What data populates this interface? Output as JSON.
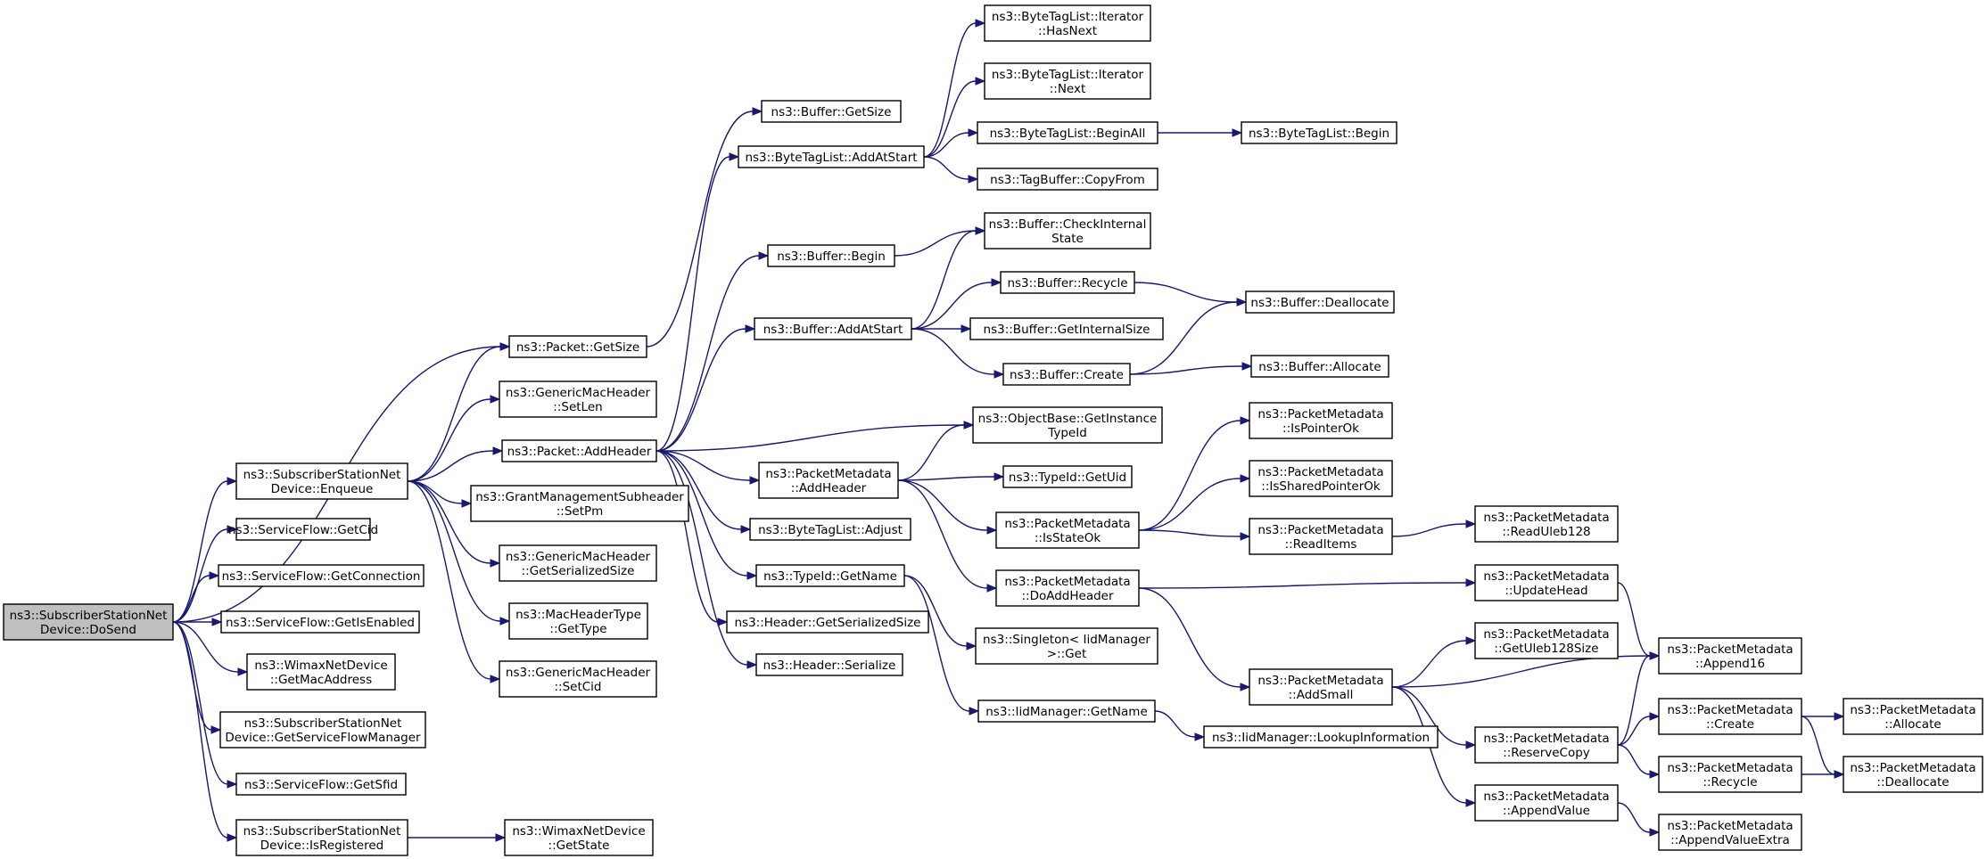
{
  "diagram": {
    "colors": {
      "edge": "#191970",
      "root_fill": "#bfbfbf",
      "node_fill": "#ffffff",
      "node_stroke": "#000000"
    },
    "nodes": [
      {
        "id": "root",
        "lines": [
          "ns3::SubscriberStationNet",
          "Device::DoSend"
        ]
      },
      {
        "id": "pkt_getsize",
        "lines": [
          "ns3::Packet::GetSize"
        ]
      },
      {
        "id": "enqueue",
        "lines": [
          "ns3::SubscriberStationNet",
          "Device::Enqueue"
        ]
      },
      {
        "id": "sf_getcid",
        "lines": [
          "ns3::ServiceFlow::GetCid"
        ]
      },
      {
        "id": "sf_getconn",
        "lines": [
          "ns3::ServiceFlow::GetConnection"
        ]
      },
      {
        "id": "sf_getisenabled",
        "lines": [
          "ns3::ServiceFlow::GetIsEnabled"
        ]
      },
      {
        "id": "wimax_getmac",
        "lines": [
          "ns3::WimaxNetDevice",
          "::GetMacAddress"
        ]
      },
      {
        "id": "ss_getsfm",
        "lines": [
          "ns3::SubscriberStationNet",
          "Device::GetServiceFlowManager"
        ]
      },
      {
        "id": "sf_getsfid",
        "lines": [
          "ns3::ServiceFlow::GetSfid"
        ]
      },
      {
        "id": "ss_isregistered",
        "lines": [
          "ns3::SubscriberStationNet",
          "Device::IsRegistered"
        ]
      },
      {
        "id": "buf_getsize",
        "lines": [
          "ns3::Buffer::GetSize"
        ]
      },
      {
        "id": "gmh_setlen",
        "lines": [
          "ns3::GenericMacHeader",
          "::SetLen"
        ]
      },
      {
        "id": "pkt_addheader",
        "lines": [
          "ns3::Packet::AddHeader"
        ]
      },
      {
        "id": "gms_setpm",
        "lines": [
          "ns3::GrantManagementSubheader",
          "::SetPm"
        ]
      },
      {
        "id": "gmh_getser",
        "lines": [
          "ns3::GenericMacHeader",
          "::GetSerializedSize"
        ]
      },
      {
        "id": "mht_gettype",
        "lines": [
          "ns3::MacHeaderType",
          "::GetType"
        ]
      },
      {
        "id": "gmh_setcid",
        "lines": [
          "ns3::GenericMacHeader",
          "::SetCid"
        ]
      },
      {
        "id": "wimax_getstate",
        "lines": [
          "ns3::WimaxNetDevice",
          "::GetState"
        ]
      },
      {
        "id": "btl_addatstart",
        "lines": [
          "ns3::ByteTagList::AddAtStart"
        ]
      },
      {
        "id": "buf_begin",
        "lines": [
          "ns3::Buffer::Begin"
        ]
      },
      {
        "id": "buf_addatstart",
        "lines": [
          "ns3::Buffer::AddAtStart"
        ]
      },
      {
        "id": "pm_addheader",
        "lines": [
          "ns3::PacketMetadata",
          "::AddHeader"
        ]
      },
      {
        "id": "btl_adjust",
        "lines": [
          "ns3::ByteTagList::Adjust"
        ]
      },
      {
        "id": "typeid_getname",
        "lines": [
          "ns3::TypeId::GetName"
        ]
      },
      {
        "id": "hdr_getser",
        "lines": [
          "ns3::Header::GetSerializedSize"
        ]
      },
      {
        "id": "hdr_serialize",
        "lines": [
          "ns3::Header::Serialize"
        ]
      },
      {
        "id": "btli_hasnext",
        "lines": [
          "ns3::ByteTagList::Iterator",
          "::HasNext"
        ]
      },
      {
        "id": "btli_next",
        "lines": [
          "ns3::ByteTagList::Iterator",
          "::Next"
        ]
      },
      {
        "id": "btl_beginall",
        "lines": [
          "ns3::ByteTagList::BeginAll"
        ]
      },
      {
        "id": "tagbuf_copyfrom",
        "lines": [
          "ns3::TagBuffer::CopyFrom"
        ]
      },
      {
        "id": "buf_checkinternal",
        "lines": [
          "ns3::Buffer::CheckInternal",
          "State"
        ]
      },
      {
        "id": "buf_recycle",
        "lines": [
          "ns3::Buffer::Recycle"
        ]
      },
      {
        "id": "buf_getinternalsize",
        "lines": [
          "ns3::Buffer::GetInternalSize"
        ]
      },
      {
        "id": "buf_create",
        "lines": [
          "ns3::Buffer::Create"
        ]
      },
      {
        "id": "ob_getinstancetypeid",
        "lines": [
          "ns3::ObjectBase::GetInstance",
          "TypeId"
        ]
      },
      {
        "id": "typeid_getuid",
        "lines": [
          "ns3::TypeId::GetUid"
        ]
      },
      {
        "id": "pm_isstateok",
        "lines": [
          "ns3::PacketMetadata",
          "::IsStateOk"
        ]
      },
      {
        "id": "pm_doaddheader",
        "lines": [
          "ns3::PacketMetadata",
          "::DoAddHeader"
        ]
      },
      {
        "id": "singleton_get",
        "lines": [
          "ns3::Singleton< IidManager",
          " >::Get"
        ]
      },
      {
        "id": "iid_getname",
        "lines": [
          "ns3::IidManager::GetName"
        ]
      },
      {
        "id": "btl_begin",
        "lines": [
          "ns3::ByteTagList::Begin"
        ]
      },
      {
        "id": "buf_deallocate",
        "lines": [
          "ns3::Buffer::Deallocate"
        ]
      },
      {
        "id": "buf_allocate",
        "lines": [
          "ns3::Buffer::Allocate"
        ]
      },
      {
        "id": "pm_ispointerok",
        "lines": [
          "ns3::PacketMetadata",
          "::IsPointerOk"
        ]
      },
      {
        "id": "pm_issharedpointerok",
        "lines": [
          "ns3::PacketMetadata",
          "::IsSharedPointerOk"
        ]
      },
      {
        "id": "pm_readitems",
        "lines": [
          "ns3::PacketMetadata",
          "::ReadItems"
        ]
      },
      {
        "id": "pm_addsmall",
        "lines": [
          "ns3::PacketMetadata",
          "::AddSmall"
        ]
      },
      {
        "id": "iid_lookupinfo",
        "lines": [
          "ns3::IidManager::LookupInformation"
        ]
      },
      {
        "id": "pm_readuleb128",
        "lines": [
          "ns3::PacketMetadata",
          "::ReadUleb128"
        ]
      },
      {
        "id": "pm_updatehead",
        "lines": [
          "ns3::PacketMetadata",
          "::UpdateHead"
        ]
      },
      {
        "id": "pm_getuleb128size",
        "lines": [
          "ns3::PacketMetadata",
          "::GetUleb128Size"
        ]
      },
      {
        "id": "pm_reservecopy",
        "lines": [
          "ns3::PacketMetadata",
          "::ReserveCopy"
        ]
      },
      {
        "id": "pm_appendvalue",
        "lines": [
          "ns3::PacketMetadata",
          "::AppendValue"
        ]
      },
      {
        "id": "pm_append16",
        "lines": [
          "ns3::PacketMetadata",
          "::Append16"
        ]
      },
      {
        "id": "pm_create",
        "lines": [
          "ns3::PacketMetadata",
          "::Create"
        ]
      },
      {
        "id": "pm_recycle",
        "lines": [
          "ns3::PacketMetadata",
          "::Recycle"
        ]
      },
      {
        "id": "pm_appendvalueextra",
        "lines": [
          "ns3::PacketMetadata",
          "::AppendValueExtra"
        ]
      },
      {
        "id": "pm_allocate",
        "lines": [
          "ns3::PacketMetadata",
          "::Allocate"
        ]
      },
      {
        "id": "pm_deallocate",
        "lines": [
          "ns3::PacketMetadata",
          "::Deallocate"
        ]
      }
    ],
    "edges": [
      [
        "root",
        "pkt_getsize"
      ],
      [
        "root",
        "enqueue"
      ],
      [
        "root",
        "sf_getcid"
      ],
      [
        "root",
        "sf_getconn"
      ],
      [
        "root",
        "sf_getisenabled"
      ],
      [
        "root",
        "wimax_getmac"
      ],
      [
        "root",
        "ss_getsfm"
      ],
      [
        "root",
        "sf_getsfid"
      ],
      [
        "root",
        "ss_isregistered"
      ],
      [
        "enqueue",
        "pkt_getsize"
      ],
      [
        "enqueue",
        "gmh_setlen"
      ],
      [
        "enqueue",
        "pkt_addheader"
      ],
      [
        "enqueue",
        "gms_setpm"
      ],
      [
        "enqueue",
        "gmh_getser"
      ],
      [
        "enqueue",
        "mht_gettype"
      ],
      [
        "enqueue",
        "gmh_setcid"
      ],
      [
        "ss_isregistered",
        "wimax_getstate"
      ],
      [
        "pkt_getsize",
        "buf_getsize"
      ],
      [
        "pkt_addheader",
        "btl_addatstart"
      ],
      [
        "pkt_addheader",
        "buf_begin"
      ],
      [
        "pkt_addheader",
        "buf_addatstart"
      ],
      [
        "pkt_addheader",
        "ob_getinstancetypeid"
      ],
      [
        "pkt_addheader",
        "pm_addheader"
      ],
      [
        "pkt_addheader",
        "btl_adjust"
      ],
      [
        "pkt_addheader",
        "typeid_getname"
      ],
      [
        "pkt_addheader",
        "hdr_getser"
      ],
      [
        "pkt_addheader",
        "hdr_serialize"
      ],
      [
        "btl_addatstart",
        "btli_hasnext"
      ],
      [
        "btl_addatstart",
        "btli_next"
      ],
      [
        "btl_addatstart",
        "btl_beginall"
      ],
      [
        "btl_addatstart",
        "tagbuf_copyfrom"
      ],
      [
        "btl_beginall",
        "btl_begin"
      ],
      [
        "buf_begin",
        "buf_checkinternal"
      ],
      [
        "buf_addatstart",
        "buf_checkinternal"
      ],
      [
        "buf_addatstart",
        "buf_recycle"
      ],
      [
        "buf_addatstart",
        "buf_getinternalsize"
      ],
      [
        "buf_addatstart",
        "buf_create"
      ],
      [
        "buf_recycle",
        "buf_deallocate"
      ],
      [
        "buf_create",
        "buf_deallocate"
      ],
      [
        "buf_create",
        "buf_allocate"
      ],
      [
        "pm_addheader",
        "ob_getinstancetypeid"
      ],
      [
        "pm_addheader",
        "typeid_getuid"
      ],
      [
        "pm_addheader",
        "pm_isstateok"
      ],
      [
        "pm_addheader",
        "pm_doaddheader"
      ],
      [
        "pm_isstateok",
        "pm_ispointerok"
      ],
      [
        "pm_isstateok",
        "pm_issharedpointerok"
      ],
      [
        "pm_isstateok",
        "pm_readitems"
      ],
      [
        "pm_readitems",
        "pm_readuleb128"
      ],
      [
        "typeid_getname",
        "singleton_get"
      ],
      [
        "typeid_getname",
        "iid_getname"
      ],
      [
        "iid_getname",
        "iid_lookupinfo"
      ],
      [
        "pm_doaddheader",
        "pm_updatehead"
      ],
      [
        "pm_doaddheader",
        "pm_addsmall"
      ],
      [
        "pm_updatehead",
        "pm_append16"
      ],
      [
        "pm_addsmall",
        "pm_getuleb128size"
      ],
      [
        "pm_addsmall",
        "pm_append16"
      ],
      [
        "pm_addsmall",
        "pm_reservecopy"
      ],
      [
        "pm_addsmall",
        "pm_appendvalue"
      ],
      [
        "pm_reservecopy",
        "pm_append16"
      ],
      [
        "pm_reservecopy",
        "pm_create"
      ],
      [
        "pm_reservecopy",
        "pm_recycle"
      ],
      [
        "pm_appendvalue",
        "pm_appendvalueextra"
      ],
      [
        "pm_create",
        "pm_allocate"
      ],
      [
        "pm_create",
        "pm_deallocate"
      ],
      [
        "pm_recycle",
        "pm_deallocate"
      ]
    ]
  }
}
